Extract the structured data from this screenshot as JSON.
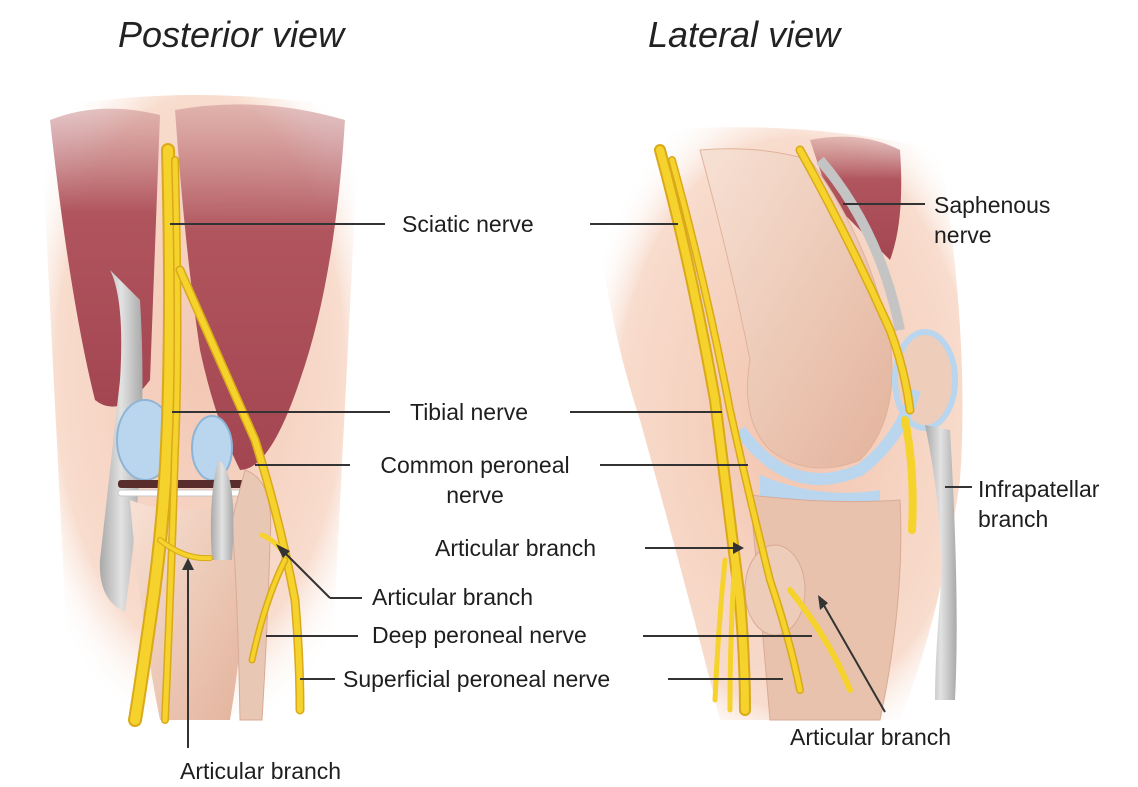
{
  "titles": {
    "posterior": "Posterior view",
    "lateral": "Lateral view"
  },
  "labels": {
    "sciatic": "Sciatic nerve",
    "saphenous_1": "Saphenous",
    "saphenous_2": "nerve",
    "tibial": "Tibial nerve",
    "common_peroneal_1": "Common peroneal",
    "common_peroneal_2": "nerve",
    "infrapatellar_1": "Infrapatellar",
    "infrapatellar_2": "branch",
    "articular_mid": "Articular branch",
    "articular_left_upper": "Articular branch",
    "deep_peroneal": "Deep peroneal nerve",
    "superficial_peroneal": "Superficial peroneal nerve",
    "articular_right_lower": "Articular branch",
    "articular_bottom_left": "Articular branch"
  },
  "colors": {
    "nerve": "#f5d22c",
    "nerve_edge": "#d9a91a",
    "muscle": "#b55a62",
    "skin": "#f6d3c2",
    "bone": "#efcdbb",
    "cartilage": "#b9d6ee",
    "tendon": "#c9c9c9",
    "leader": "#333333"
  }
}
